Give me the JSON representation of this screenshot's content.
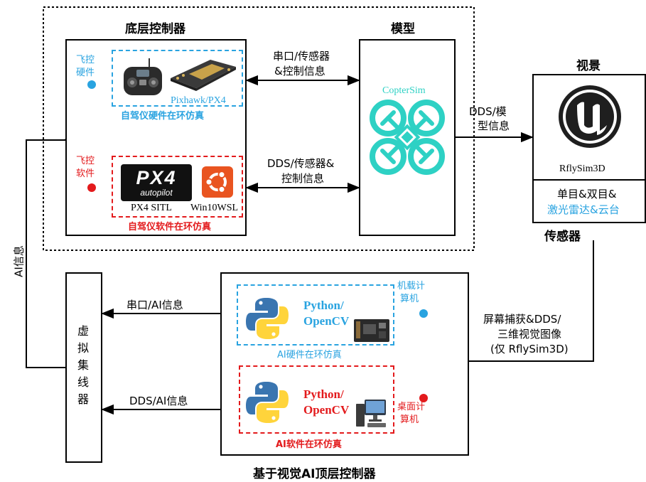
{
  "low_controller": {
    "title": "底层控制器",
    "hil": {
      "side_label_1": "飞控",
      "side_label_2": "硬件",
      "device_label": "Pixhawk/PX4",
      "caption": "自驾仪硬件在环仿真"
    },
    "sil": {
      "side_label_1": "飞控",
      "side_label_2": "软件",
      "logo_text_1": "PX4",
      "logo_text_2": "autopilot",
      "sitl_label": "PX4 SITL",
      "wsl_label": "Win10WSL",
      "caption": "自驾仪软件在环仿真"
    }
  },
  "model": {
    "title": "模型",
    "sim_name": "CopterSim"
  },
  "links": {
    "hil_link_1": "串口/传感器",
    "hil_link_2": "&控制信息",
    "sil_link_1": "DDS/传感器&",
    "sil_link_2": "控制信息",
    "model_view_1": "DDS/模",
    "model_view_2": "型信息",
    "ai_hw_link": "串口/AI信息",
    "ai_sw_link": "DDS/AI信息",
    "ai_feedback": "AI信息",
    "capture_1": "屏幕捕获&DDS/",
    "capture_2": "三维视觉图像",
    "capture_3": "(仅 RflySim3D)"
  },
  "view": {
    "title": "视景",
    "app_name": "RflySim3D",
    "sensor_line_1": "单目&双目&",
    "sensor_line_2": "激光雷达&云台",
    "sensor_title": "传感器"
  },
  "hub": {
    "chars": [
      "虚",
      "拟",
      "集",
      "线",
      "器"
    ]
  },
  "ai_controller": {
    "title": "基于视觉AI顶层控制器",
    "hw": {
      "code_1": "Python/",
      "code_2": "OpenCV",
      "device_1": "机载计",
      "device_2": "算机",
      "caption": "AI硬件在环仿真"
    },
    "sw": {
      "code_1": "Python/",
      "code_2": "OpenCV",
      "device_1": "桌面计",
      "device_2": "算机",
      "caption": "AI软件在环仿真"
    }
  },
  "colors": {
    "blue": "#29a3e0",
    "red": "#e31a1c",
    "teal": "#2ed1c4",
    "python_blue": "#3a75b0",
    "python_yellow": "#ffd43b"
  }
}
